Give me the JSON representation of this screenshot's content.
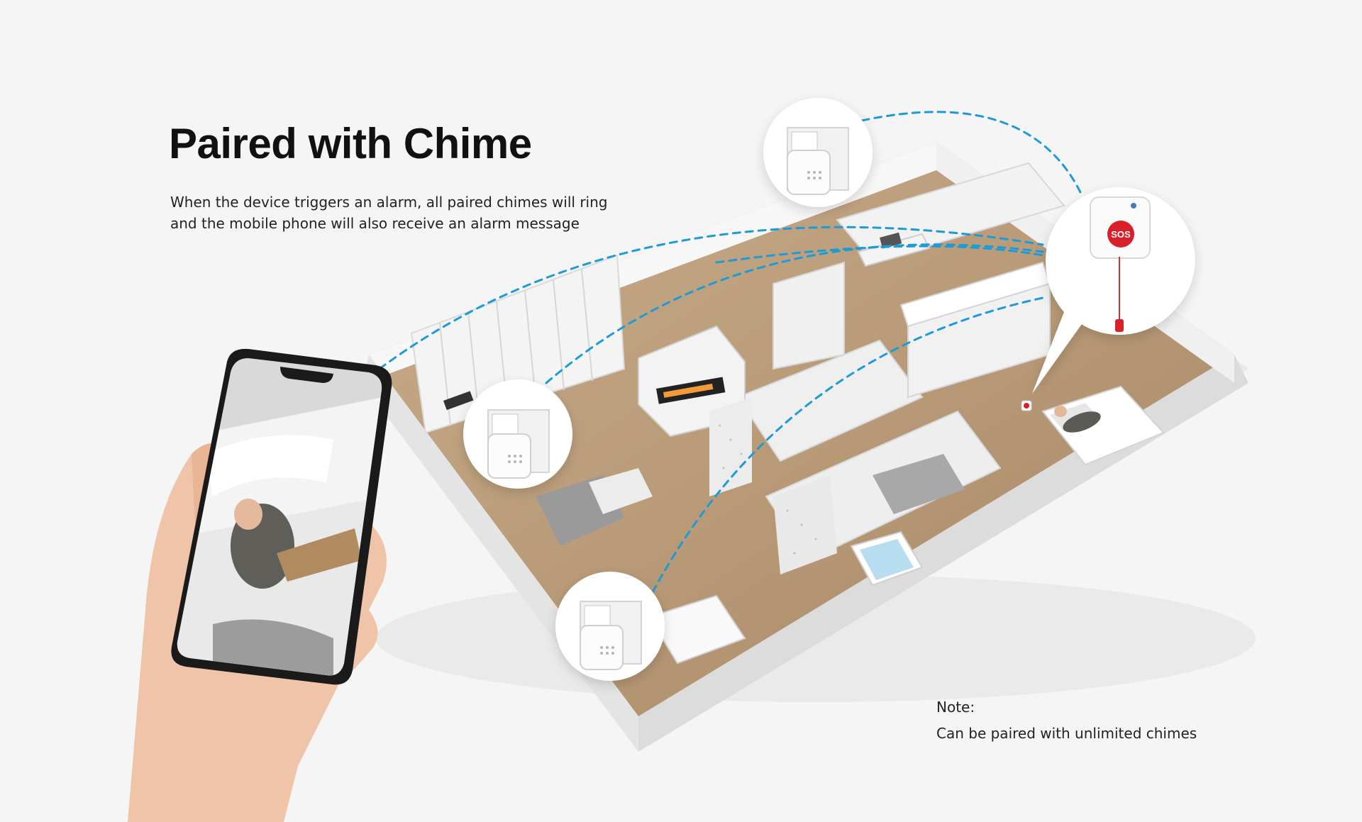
{
  "heading": {
    "title": "Paired with Chime",
    "description_line1": "When the device triggers an alarm, all paired chimes will ring",
    "description_line2": "and the mobile phone will also receive an alarm message"
  },
  "note": {
    "label": "Note:",
    "text": "Can be paired with unlimited chimes"
  },
  "sos_device": {
    "button_label": "SOS",
    "button_color": "#d8202a"
  },
  "colors": {
    "background": "#f5f5f5",
    "signal_line": "#1e9ad6",
    "floor": "#b89a78",
    "wall": "#ffffff"
  },
  "icons": [
    "chime-speaker-icon",
    "sos-button-icon",
    "smartphone-icon",
    "hand-icon"
  ]
}
